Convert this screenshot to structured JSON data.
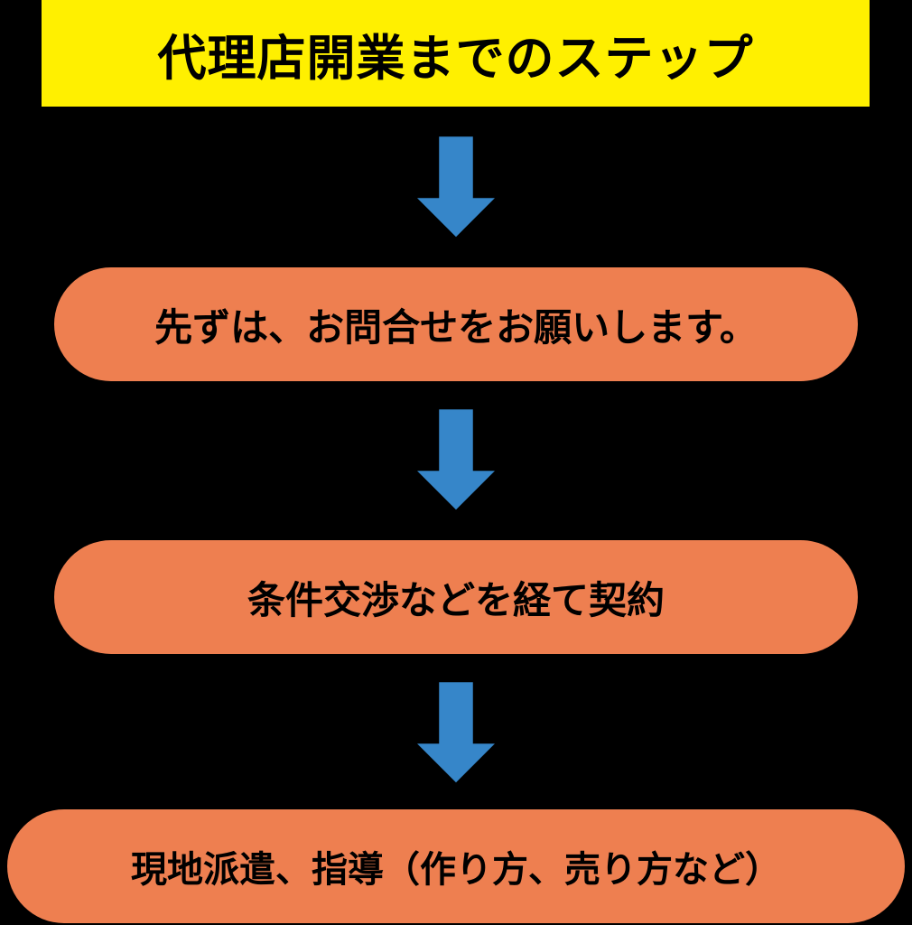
{
  "title": "代理店開業までのステップ",
  "steps": [
    {
      "label": "先ずは、お問合せをお願いします。"
    },
    {
      "label": "条件交渉などを経て契約"
    },
    {
      "label": "現地派遣、指導（作り方、売り方など）"
    }
  ],
  "colors": {
    "title_bg": "#FFF000",
    "step_bg": "#EE7F50",
    "arrow_fill": "#3686C9",
    "background": "#000000",
    "text": "#000000"
  },
  "icons": [
    "down-arrow-icon",
    "down-arrow-icon",
    "down-arrow-icon"
  ]
}
